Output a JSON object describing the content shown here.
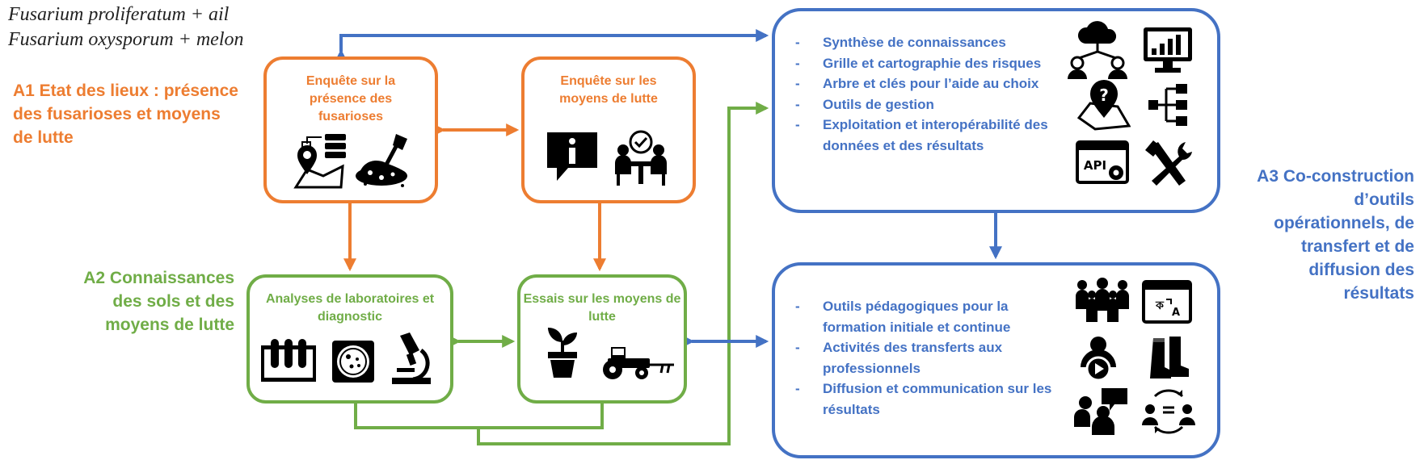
{
  "species": [
    "Fusarium proliferatum + ail",
    "Fusarium oxysporum + melon"
  ],
  "axes": {
    "a1": "A1 Etat des lieux : présence des fusarioses et moyens de lutte",
    "a2": "A2 Connaissances des sols et des moyens de lutte",
    "a3": "A3 Co-construction d’outils opérationnels, de transfert et de diffusion des résultats"
  },
  "boxes": {
    "survey_presence": "Enquête sur la présence des fusarioses",
    "survey_control": "Enquête sur les moyens de lutte",
    "lab_analysis": "Analyses de laboratoires et diagnostic",
    "trials": "Essais sur les moyens de lutte"
  },
  "tools_list": [
    "Synthèse de connaissances",
    "Grille et cartographie des risques",
    "Arbre et clés pour l’aide au choix",
    "Outils de gestion",
    "Exploitation et interopérabilité des données et des résultats"
  ],
  "transfer_list": [
    "Outils pédagogiques pour la formation initiale et continue",
    "Activités des transferts aux professionnels",
    "Diffusion et communication sur les résultats"
  ],
  "icons": {
    "survey_presence": [
      "map-pin-database-icon",
      "soil-trowel-icon"
    ],
    "survey_control": [
      "info-bubble-icon",
      "meeting-people-icon"
    ],
    "lab_analysis": [
      "test-tubes-rack-icon",
      "petri-dish-icon",
      "microscope-icon"
    ],
    "trials": [
      "potted-plant-icon",
      "tractor-icon"
    ],
    "tools": [
      "cloud-network-people-icon",
      "monitor-chart-icon",
      "question-map-pin-icon",
      "hierarchy-tree-icon",
      "api-window-icon",
      "tools-wrench-icon"
    ],
    "transfer": [
      "crowd-people-icon",
      "translation-window-icon",
      "video-presenter-icon",
      "rubber-boots-icon",
      "group-discussion-icon",
      "people-exchange-icon"
    ]
  },
  "colors": {
    "orange": "#ED7D31",
    "green": "#70AD47",
    "blue": "#4472C4",
    "icon": "#000000"
  }
}
